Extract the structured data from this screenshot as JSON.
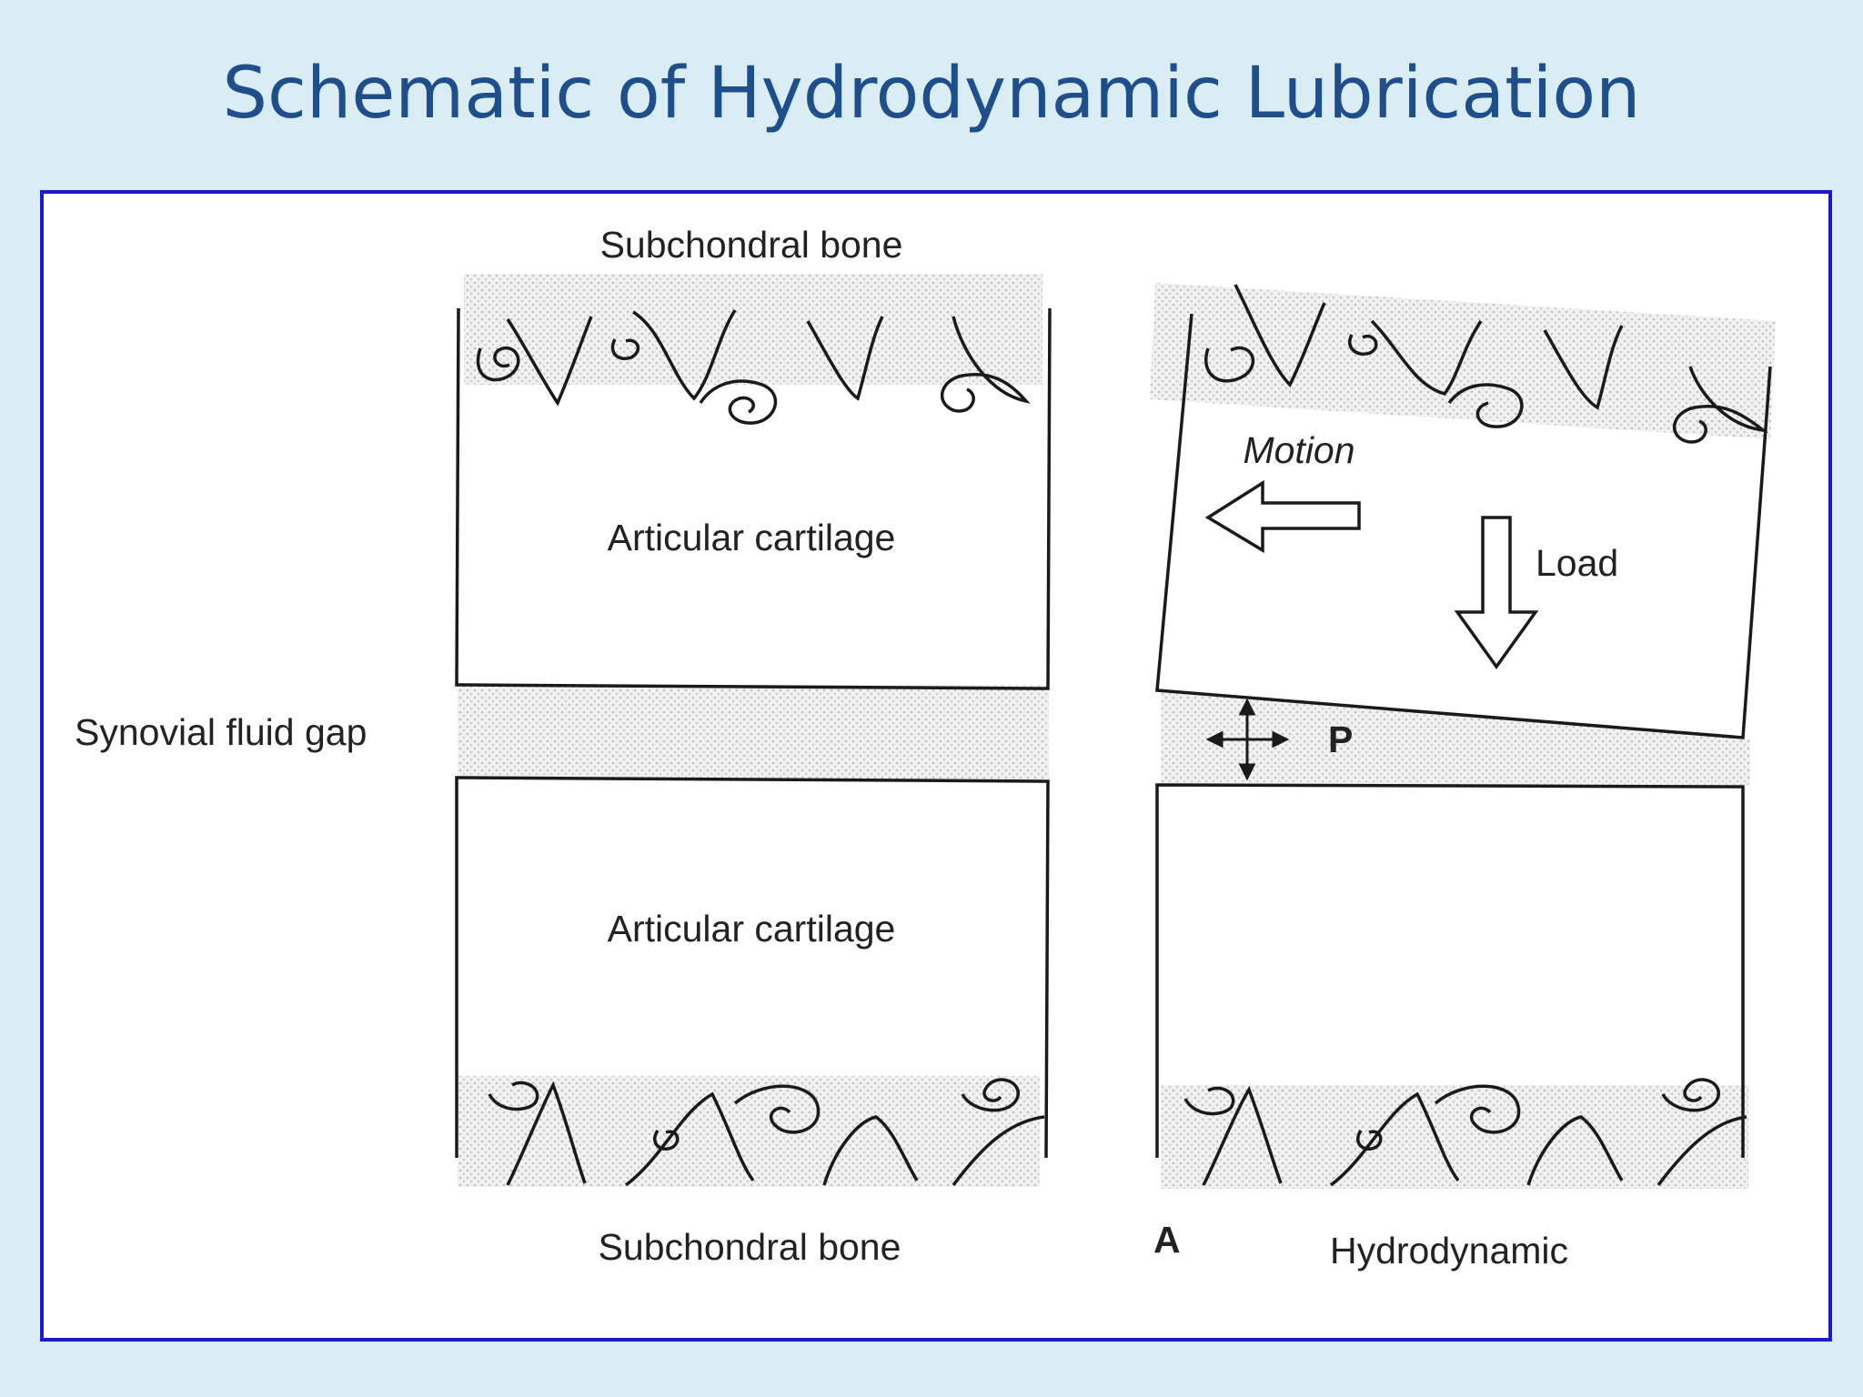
{
  "title": "Schematic of Hydrodynamic Lubrication",
  "labels": {
    "top_bone": "Subchondral bone",
    "bottom_bone": "Subchondral bone",
    "cartilage_upper": "Articular cartilage",
    "cartilage_lower": "Articular cartilage",
    "fluid_gap": "Synovial fluid gap",
    "motion": "Motion",
    "load": "Load",
    "pressure": "P",
    "panel_letter": "A",
    "caption": "Hydrodynamic"
  },
  "colors": {
    "title": "#1f4e8c",
    "background": "#daedf4",
    "panel_border": "#1a1ad0",
    "line": "#1a1a1a"
  }
}
